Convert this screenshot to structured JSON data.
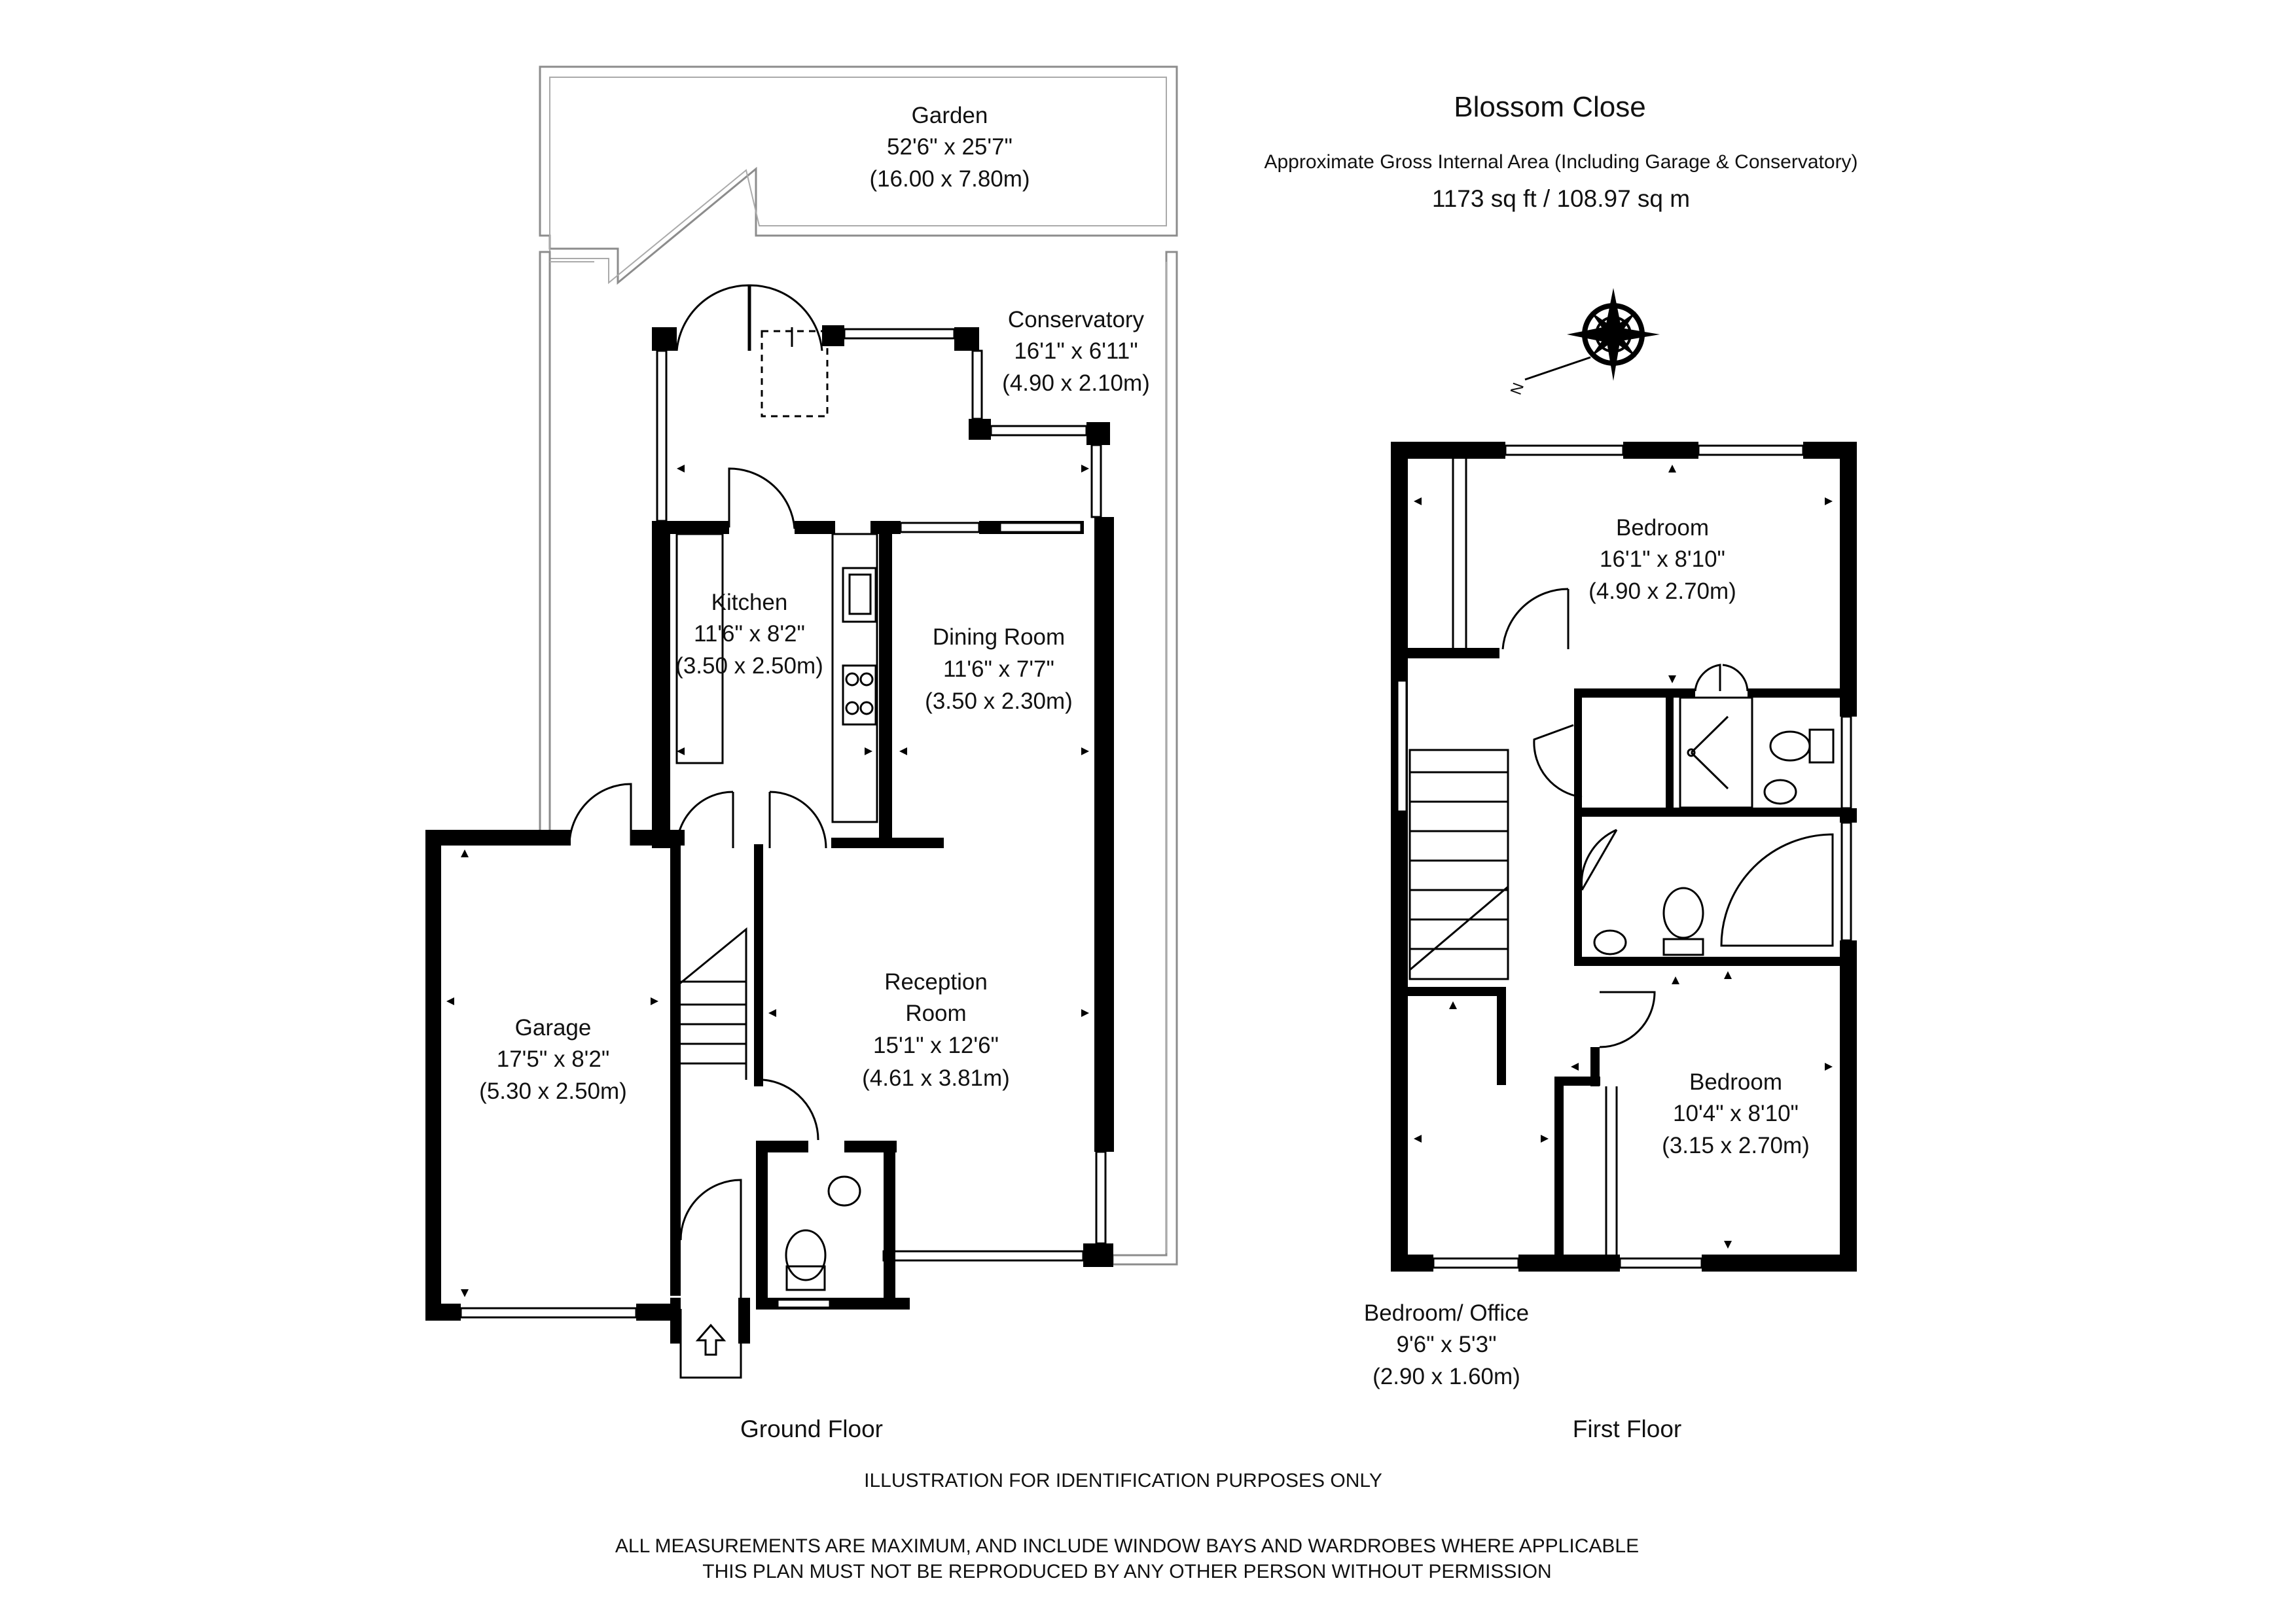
{
  "header": {
    "title": "Blossom Close",
    "area_caption": "Approximate Gross Internal Area (Including Garage & Conservatory)",
    "area_value": "1173 sq ft  /  108.97 sq m"
  },
  "compass": {
    "label": "N",
    "icon": "compass-rose-icon"
  },
  "ground_floor": {
    "label": "Ground Floor",
    "rooms": {
      "garden": {
        "name": "Garden",
        "imperial": "52'6\" x 25'7\"",
        "metric": "(16.00 x 7.80m)"
      },
      "conservatory": {
        "name": "Conservatory",
        "imperial": "16'1\" x 6'11\"",
        "metric": "(4.90 x 2.10m)"
      },
      "kitchen": {
        "name": "Kitchen",
        "imperial": "11'6\" x 8'2\"",
        "metric": "(3.50 x 2.50m)"
      },
      "dining": {
        "name": "Dining Room",
        "imperial": "11'6\" x 7'7\"",
        "metric": "(3.50 x 2.30m)"
      },
      "garage": {
        "name": "Garage",
        "imperial": "17'5\" x 8'2\"",
        "metric": "(5.30 x 2.50m)"
      },
      "reception": {
        "name_line1": "Reception",
        "name_line2": "Room",
        "imperial": "15'1\" x 12'6\"",
        "metric": "(4.61 x 3.81m)"
      }
    }
  },
  "first_floor": {
    "label": "First Floor",
    "rooms": {
      "bedroom1": {
        "name": "Bedroom",
        "imperial": "16'1\" x 8'10\"",
        "metric": "(4.90 x 2.70m)"
      },
      "bedroom2": {
        "name": "Bedroom",
        "imperial": "10'4\" x 8'10\"",
        "metric": "(3.15 x 2.70m)"
      },
      "office": {
        "name": "Bedroom/ Office",
        "imperial": "9'6\" x 5'3\"",
        "metric": "(2.90 x 1.60m)"
      }
    }
  },
  "footer": {
    "notice": "ILLUSTRATION FOR IDENTIFICATION PURPOSES ONLY",
    "disclaimer_line1": "ALL MEASUREMENTS ARE MAXIMUM, AND INCLUDE WINDOW BAYS AND WARDROBES WHERE APPLICABLE",
    "disclaimer_line2": "THIS PLAN MUST NOT BE REPRODUCED BY ANY OTHER PERSON WITHOUT PERMISSION"
  }
}
